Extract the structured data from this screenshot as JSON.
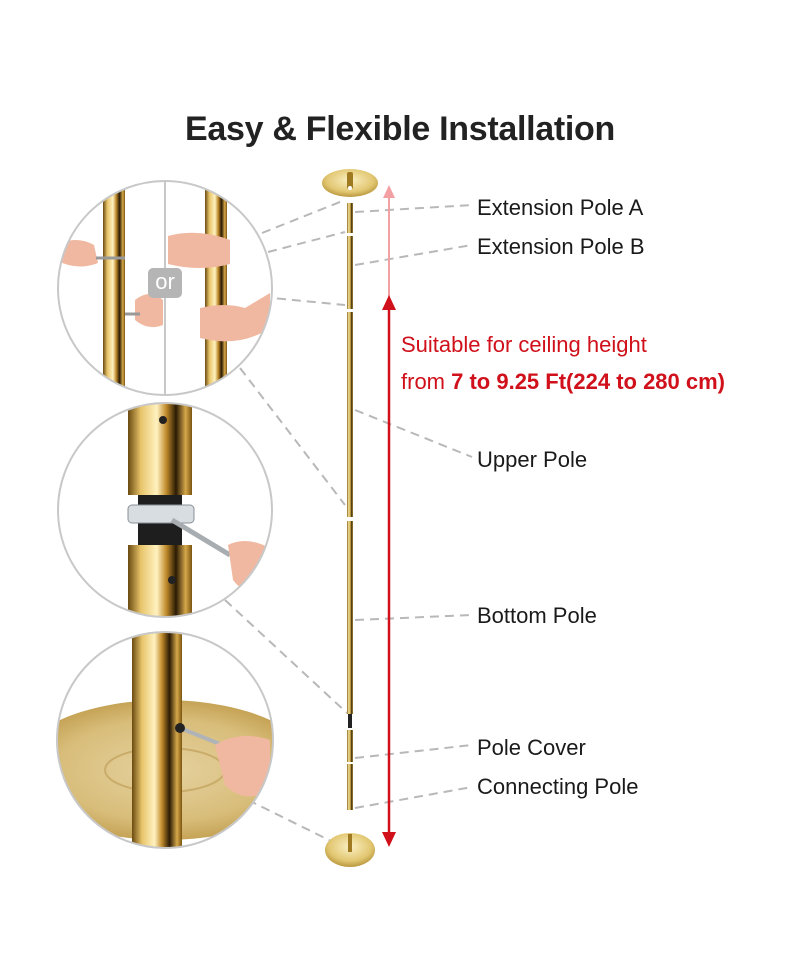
{
  "title": "Easy & Flexible Installation",
  "parts": [
    {
      "label": "Extension Pole A"
    },
    {
      "label": "Extension Pole B"
    },
    {
      "label": "Upper Pole"
    },
    {
      "label": "Bottom Pole"
    },
    {
      "label": "Pole Cover"
    },
    {
      "label": "Connecting Pole"
    }
  ],
  "ceiling_note": {
    "line1": "Suitable for ceiling height",
    "line2_prefix": "from ",
    "line2_bold": "7 to 9.25 Ft(224 to 280 cm)"
  },
  "detail_circles": [
    {
      "description": "Hands inserting pins / gripping pole to join extension poles",
      "divider_text": "or"
    },
    {
      "description": "Wrench tightening ring on threaded joint"
    },
    {
      "description": "Hex key tightening screw at base plate"
    }
  ],
  "colors": {
    "accent_red": "#d0101a",
    "faded_red": "#f2a0a4",
    "gold": "#d4b45a",
    "leader_gray": "#b8b8b8",
    "title": "#222222"
  }
}
